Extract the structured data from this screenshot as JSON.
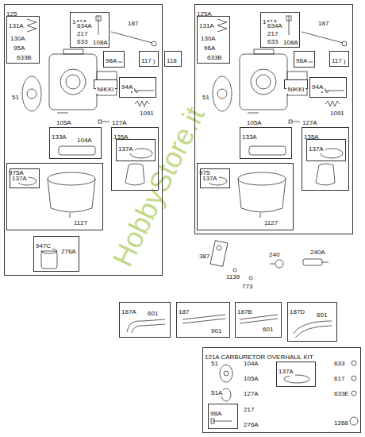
{
  "diagram": {
    "nodes": [
      {
        "text": [
          "125"
        ]
      },
      {
        "text": [
          "131A"
        ],
        "in": 0
      },
      {
        "text": [
          "141A"
        ],
        "in": 0
      },
      {
        "text": [
          "98A"
        ],
        "in": 0
      },
      {
        "text": [
          "117"
        ],
        "in": 0
      },
      {
        "text": [
          "NIKKI"
        ],
        "in": 0
      },
      {
        "text": [
          "94A"
        ],
        "in": 0
      },
      {
        "text": [
          "133A"
        ],
        "in": 0
      },
      {
        "text": [
          "135A"
        ],
        "in": 0
      },
      {
        "text": [
          "137A"
        ],
        "in": 8
      },
      {
        "text": [
          "975A"
        ],
        "in": 0
      },
      {
        "text": [
          "137A"
        ],
        "in": 10
      },
      {
        "text": [
          "947C"
        ],
        "in": 0
      },
      {
        "text": [
          "118"
        ]
      },
      {
        "text": [
          "125A"
        ]
      },
      {
        "text": [
          "131A"
        ],
        "in": 14
      },
      {
        "text": [
          "141A"
        ],
        "in": 14
      },
      {
        "text": [
          "98A"
        ],
        "in": 14
      },
      {
        "text": [
          "117"
        ],
        "in": 14
      },
      {
        "text": [
          "NIKKI"
        ],
        "in": 14
      },
      {
        "text": [
          "94A"
        ],
        "in": 14
      },
      {
        "text": [
          "133A"
        ],
        "in": 14
      },
      {
        "text": [
          "135A"
        ],
        "in": 14
      },
      {
        "text": [
          "137A"
        ],
        "in": 22
      },
      {
        "text": [
          "975"
        ],
        "in": 14
      },
      {
        "text": [
          "137A"
        ],
        "in": 24
      },
      {
        "text": [
          "187A"
        ]
      },
      {
        "text": [
          "187"
        ]
      },
      {
        "text": [
          "187B"
        ]
      },
      {
        "text": [
          "187D"
        ]
      },
      {
        "text": [
          "121A CARBURETOR OVERHAUL KIT"
        ]
      },
      {
        "text": [
          "137A"
        ],
        "in": 30
      },
      {
        "text": [
          "98A"
        ],
        "in": 30
      }
    ],
    "labels": [
      "130A",
      "95A",
      "633B",
      "634A",
      "217",
      "633",
      "108A",
      "187",
      "51",
      "105A",
      "127A",
      "1091",
      "104A",
      "1127",
      "276A",
      "130A",
      "96A",
      "633B",
      "634A",
      "217",
      "633",
      "108A",
      "187",
      "51",
      "105A",
      "127A",
      "1091",
      "1127",
      "387",
      "1139",
      "773",
      "240",
      "240A",
      "601",
      "901",
      "601",
      "601",
      "51",
      "104A",
      "633",
      "51A",
      "105A",
      "617",
      "127A",
      "633E",
      "217",
      "276A",
      "1268",
      "HobbyStore.it"
    ]
  }
}
